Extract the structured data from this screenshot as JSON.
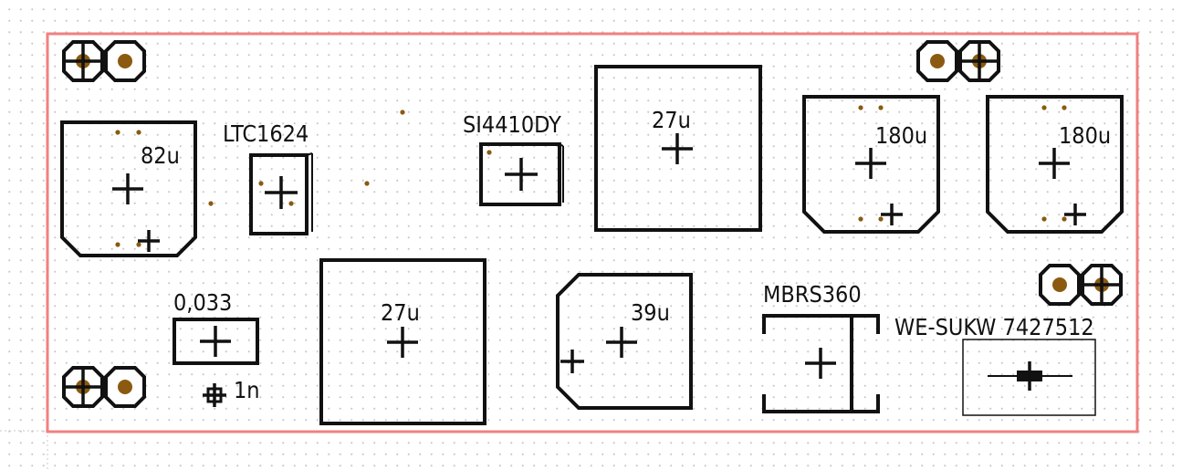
{
  "board": {
    "outline_color": "#f08080",
    "silkscreen_color": "#111111",
    "pad_color": "#8b5a10"
  },
  "components": {
    "c_82u": "82u",
    "ltc1624": "LTC1624",
    "si4410dy": "SI4410DY",
    "c_27u_top": "27u",
    "c_180u_a": "180u",
    "c_180u_b": "180u",
    "r_0033": "0,033",
    "c_27u_bottom": "27u",
    "c_39u": "39u",
    "mbrs360": "MBRS360",
    "inductor": "WE-SUKW 7427512",
    "c_1n": "1n"
  },
  "icons": [
    "connector-pad-icon",
    "via-icon",
    "origin-cross-icon"
  ]
}
